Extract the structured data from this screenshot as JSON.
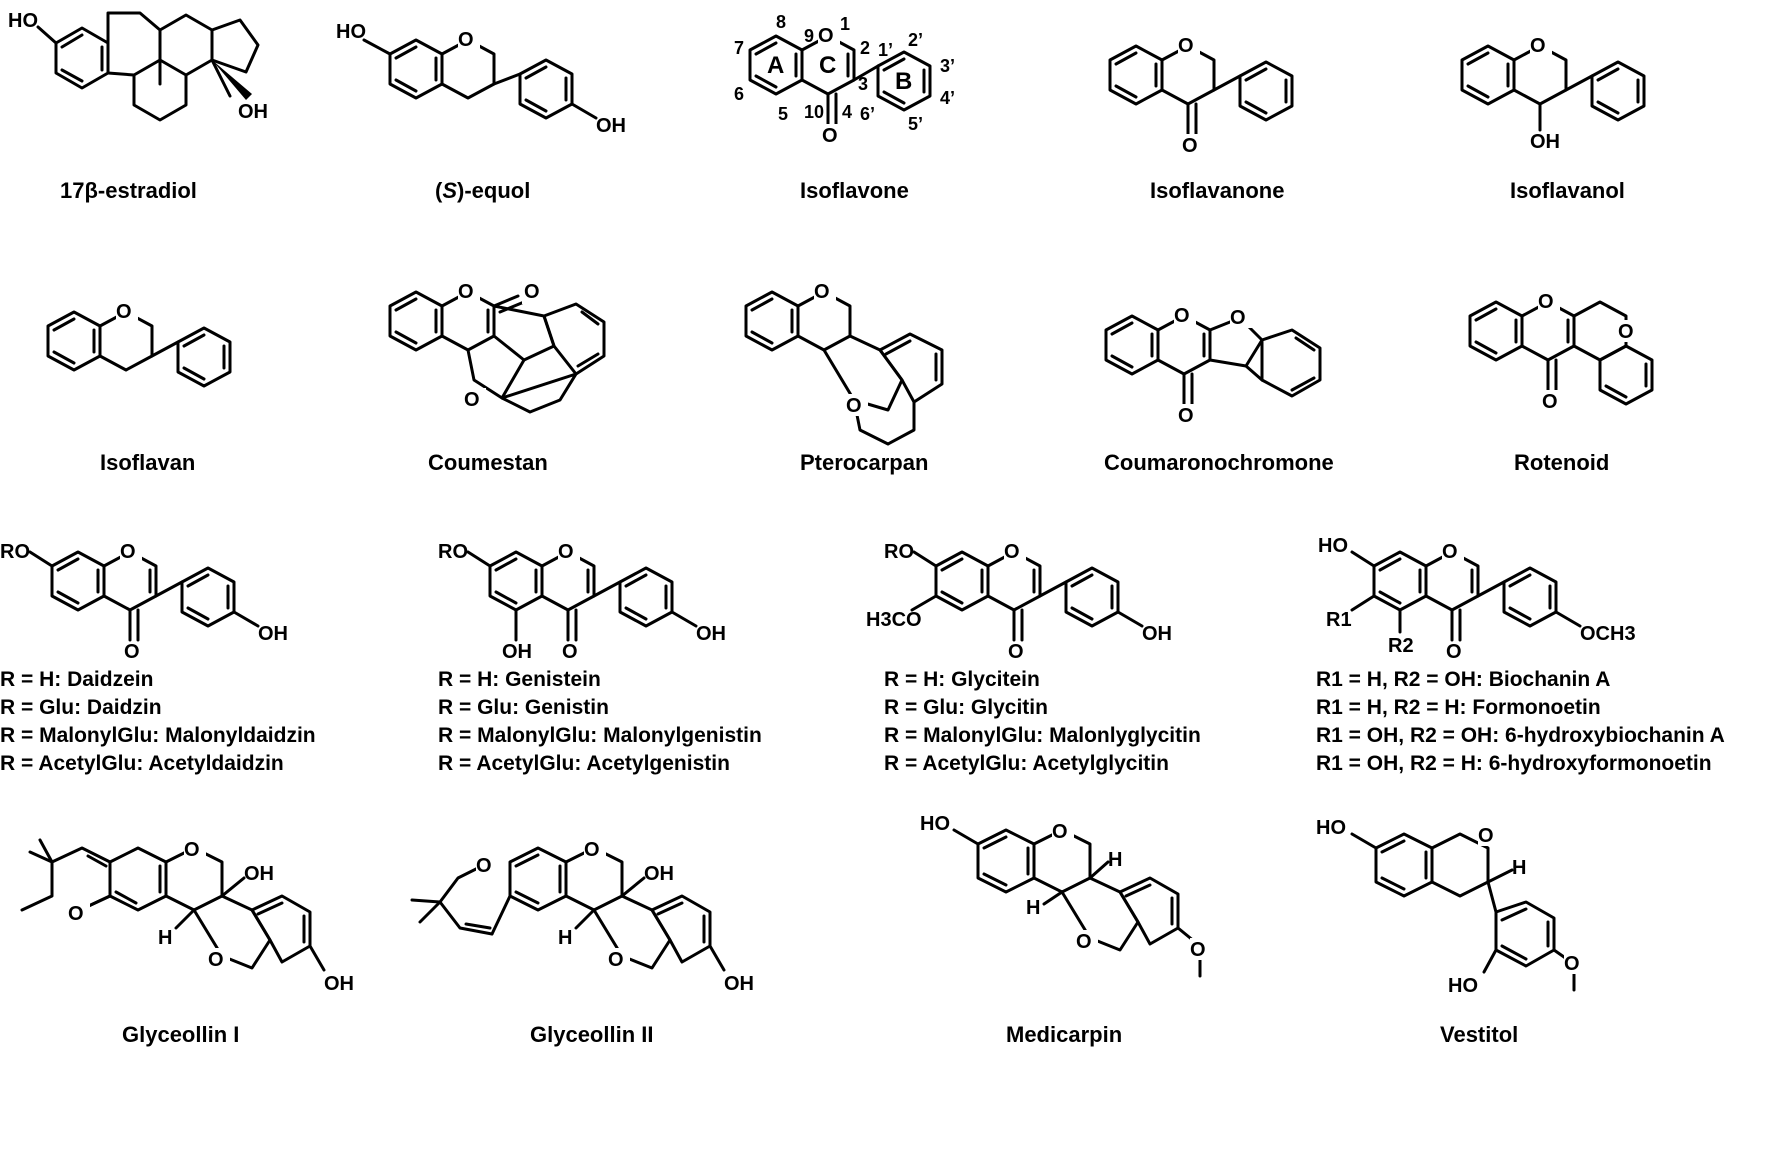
{
  "compounds": [
    {
      "name": "17β-estradiol",
      "labels": {
        "ho": "HO",
        "oh": "OH"
      }
    },
    {
      "name_prefix": "(",
      "name_italic": "S",
      "name_suffix": ")-equol",
      "labels": {
        "ho": "HO",
        "o": "O",
        "oh": "OH"
      }
    },
    {
      "name": "Isoflavone",
      "labels": {
        "o1": "O",
        "o4": "O",
        "ring_a": "A",
        "ring_b": "B",
        "ring_c": "C"
      },
      "numbering": {
        "n1": "1",
        "n2": "2",
        "n3": "3",
        "n4": "4",
        "n5": "5",
        "n6": "6",
        "n7": "7",
        "n8": "8",
        "n9": "9",
        "n10": "10",
        "p1": "1’",
        "p2": "2’",
        "p3": "3’",
        "p4": "4’",
        "p5": "5’",
        "p6": "6’"
      }
    },
    {
      "name": "Isoflavanone",
      "labels": {
        "o": "O",
        "o2": "O"
      }
    },
    {
      "name": "Isoflavanol",
      "labels": {
        "o": "O",
        "oh": "OH"
      }
    },
    {
      "name": "Isoflavan",
      "labels": {
        "o": "O"
      }
    },
    {
      "name": "Coumestan",
      "labels": {
        "o1": "O",
        "o2": "O",
        "o3": "O"
      }
    },
    {
      "name": "Pterocarpan",
      "labels": {
        "o1": "O",
        "o2": "O"
      }
    },
    {
      "name": "Coumaronochromone",
      "labels": {
        "o1": "O",
        "o2": "O",
        "o3": "O"
      }
    },
    {
      "name": "Rotenoid",
      "labels": {
        "o1": "O",
        "o2": "O",
        "o3": "O"
      }
    },
    {
      "labels": {
        "ro": "RO",
        "o": "O",
        "o2": "O",
        "oh": "OH"
      },
      "legend": [
        "R = H: Daidzein",
        "R = Glu: Daidzin",
        "R = MalonylGlu: Malonyldaidzin",
        "R = AcetylGlu: Acetyldaidzin"
      ]
    },
    {
      "labels": {
        "ro": "RO",
        "o": "O",
        "o2": "O",
        "oh5": "OH",
        "oh": "OH"
      },
      "legend": [
        "R = H: Genistein",
        "R = Glu: Genistin",
        "R = MalonylGlu: Malonylgenistin",
        "R = AcetylGlu: Acetylgenistin"
      ]
    },
    {
      "labels": {
        "ro": "RO",
        "h3co": "H3CO",
        "o": "O",
        "o2": "O",
        "oh": "OH"
      },
      "legend": [
        "R = H: Glycitein",
        "R = Glu: Glycitin",
        "R = MalonylGlu: Malonlyglycitin",
        "R = AcetylGlu: Acetylglycitin"
      ]
    },
    {
      "labels": {
        "ho": "HO",
        "r1": "R1",
        "r2": "R2",
        "o": "O",
        "o2": "O",
        "och3": "OCH3"
      },
      "legend": [
        "R1 = H, R2 = OH: Biochanin A",
        "R1 = H, R2 = H: Formonoetin",
        "R1 = OH, R2 = OH: 6-hydroxybiochanin A",
        "R1 = OH, R2 = H: 6-hydroxyformonoetin"
      ]
    },
    {
      "name": "Glyceollin I",
      "labels": {
        "o1": "O",
        "o2": "O",
        "oh": "OH",
        "h": "H",
        "o3": "O",
        "oh2": "OH"
      }
    },
    {
      "name": "Glyceollin II",
      "labels": {
        "o1": "O",
        "o2": "O",
        "oh": "OH",
        "h": "H",
        "o3": "O",
        "oh2": "OH"
      }
    },
    {
      "name": "Medicarpin",
      "labels": {
        "ho": "HO",
        "o1": "O",
        "h1": "H",
        "h2": "H",
        "o2": "O",
        "o3": "O"
      }
    },
    {
      "name": "Vestitol",
      "labels": {
        "ho": "HO",
        "o": "O",
        "h": "H",
        "ho2": "HO",
        "o2": "O"
      }
    }
  ]
}
